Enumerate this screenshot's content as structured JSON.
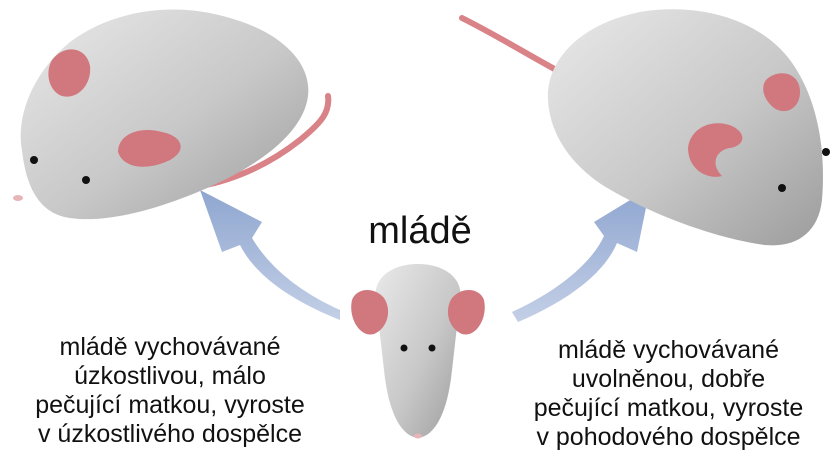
{
  "center_label": "mládě",
  "left_caption": [
    "mládě vychovávané",
    "úzkostlivou, málo",
    "pečující matkou, vyroste",
    "v úzkostlivého dospělce"
  ],
  "right_caption": [
    "mládě vychovávané",
    "uvolněnou, dobře",
    "pečující matkou, vyroste",
    "v pohodového dospělce"
  ],
  "colors": {
    "arrow": "#9fb3d6",
    "body": "#c9c9c9",
    "ear": "#d0787e",
    "tail": "#d98288"
  },
  "icons": [
    "anxious-adult-mouse-icon",
    "relaxed-adult-mouse-icon",
    "pup-mouse-icon",
    "arrow-up-left-icon",
    "arrow-up-right-icon"
  ]
}
